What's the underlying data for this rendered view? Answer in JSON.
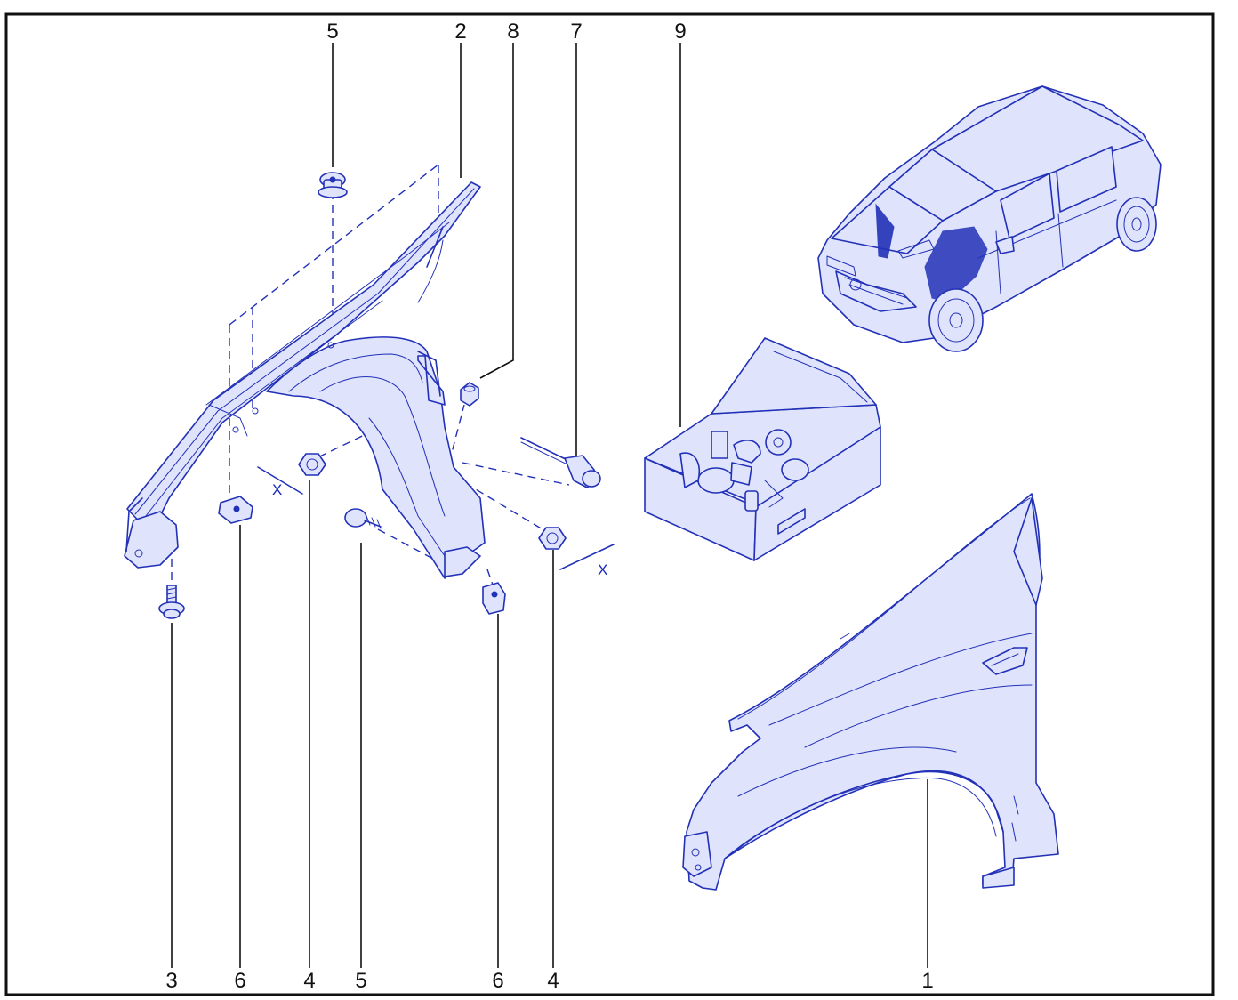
{
  "callouts": {
    "top_5": "5",
    "top_2": "2",
    "top_8": "8",
    "top_7": "7",
    "top_9": "9",
    "bottom_3": "3",
    "bottom_6a": "6",
    "bottom_4a": "4",
    "bottom_5": "5",
    "bottom_6b": "6",
    "bottom_4b": "4",
    "bottom_1": "1"
  },
  "dimension_label": "X",
  "colors": {
    "line_art": "#2231b8",
    "callout_text": "#111111",
    "frame": "#111111"
  }
}
